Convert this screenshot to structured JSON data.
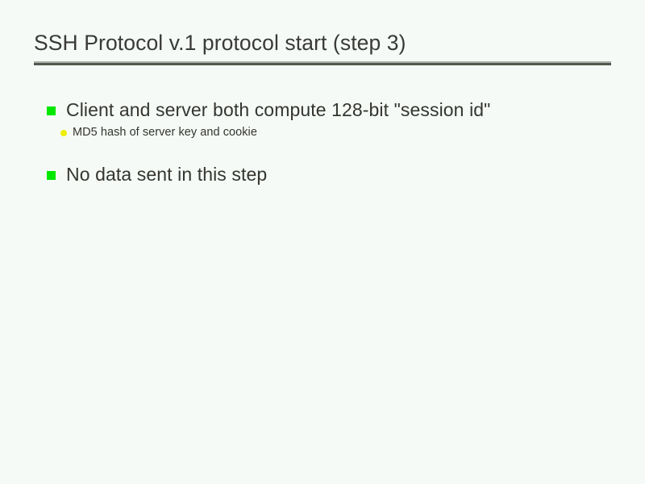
{
  "slide": {
    "title": "SSH Protocol v.1 protocol start (step 3)",
    "background_color": "#f5faf7",
    "text_color": "#35352f",
    "rule_color": "#828a80",
    "bullet_level1_color": "#00e800",
    "bullet_level2_color": "#eeee00",
    "bullets": [
      {
        "level": 1,
        "marker": "green-square-bullet-icon",
        "text": "Client and server both compute 128-bit \"session id\"",
        "children": [
          {
            "level": 2,
            "marker": "yellow-dot-bullet-icon",
            "text": "MD5 hash of server key and cookie"
          }
        ]
      },
      {
        "level": 1,
        "marker": "green-square-bullet-icon",
        "text": "No data sent in this step",
        "children": []
      }
    ]
  }
}
